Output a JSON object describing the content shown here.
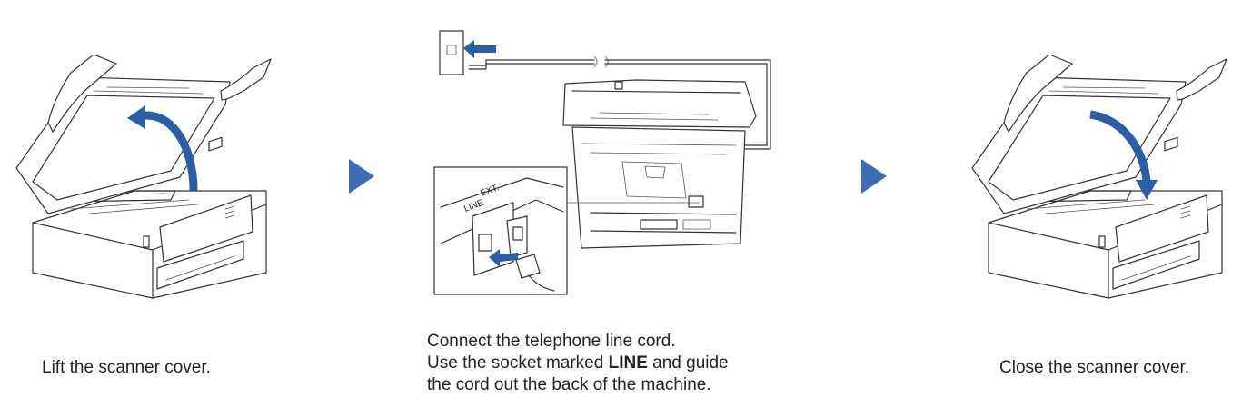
{
  "steps": [
    {
      "caption": "Lift the scanner cover."
    },
    {
      "caption_line1": "Connect the telephone line cord.",
      "caption_line2_pre": "Use the socket marked ",
      "caption_line2_bold": "LINE",
      "caption_line2_post": " and guide",
      "caption_line3": "the cord out the back of the machine.",
      "socket_label_ext": "EXT.",
      "socket_label_line": "LINE"
    },
    {
      "caption": "Close the scanner cover."
    }
  ],
  "colors": {
    "accent_blue": "#2a5fa8",
    "line": "#333333"
  },
  "icons": [
    "step-arrow-icon",
    "step-arrow-icon"
  ]
}
